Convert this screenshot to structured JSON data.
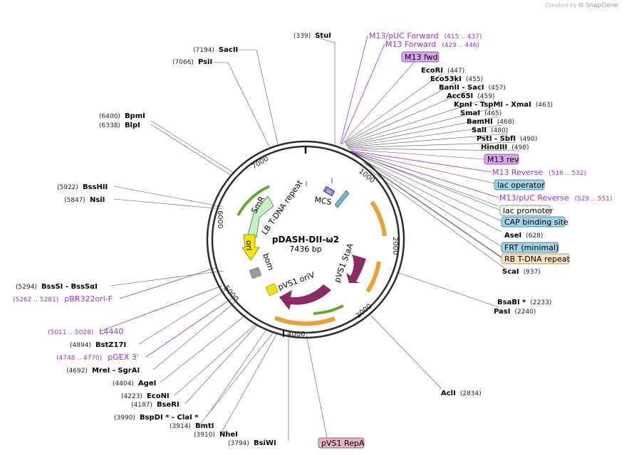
{
  "credit": {
    "prefix": "Created by",
    "brand": "SnapGene"
  },
  "plasmid": {
    "name": "pDASH-DII-ω2",
    "length": "7436 bp"
  },
  "ticks": [
    "1000",
    "2000",
    "3000",
    "4000",
    "5000",
    "6000",
    "7000"
  ],
  "enzymes_left": [
    {
      "name": "StuI",
      "pos": "(339)"
    },
    {
      "name": "SacII",
      "pos": "(7194)"
    },
    {
      "name": "PsiI",
      "pos": "(7066)"
    },
    {
      "name": "BpmI",
      "pos": "(6400)"
    },
    {
      "name": "BlpI",
      "pos": "(6338)"
    },
    {
      "name": "BssHII",
      "pos": "(5922)"
    },
    {
      "name": "NsiI",
      "pos": "(5847)"
    },
    {
      "name": "BssSI   - BssSαI",
      "pos": "(5294)"
    },
    {
      "name": "BstZ17I",
      "pos": "(4894)"
    },
    {
      "name": "MreI   - SgrAI",
      "pos": "(4692)"
    },
    {
      "name": "AgeI",
      "pos": "(4404)"
    },
    {
      "name": "EcoNI",
      "pos": "(4223)"
    },
    {
      "name": "BseRI",
      "pos": "(4187)"
    },
    {
      "name": "BspDI *  - ClaI *",
      "pos": "(3990)"
    },
    {
      "name": "BmtI",
      "pos": "(3914)"
    },
    {
      "name": "NheI",
      "pos": "(3910)"
    },
    {
      "name": "BsiWI",
      "pos": "(3794)"
    }
  ],
  "enzymes_right": [
    {
      "name": "EcoRI",
      "pos": "(447)"
    },
    {
      "name": "Eco53kI",
      "pos": "(455)"
    },
    {
      "name": "BanII   - SacI",
      "pos": "(457)"
    },
    {
      "name": "Acc65I",
      "pos": "(459)"
    },
    {
      "name": "KpnI   - TspMI   - XmaI",
      "pos": "(463)"
    },
    {
      "name": "SmaI",
      "pos": "(465)"
    },
    {
      "name": "BamHI",
      "pos": "(468)"
    },
    {
      "name": "SalI",
      "pos": "(480)"
    },
    {
      "name": "PstI   - SbfI",
      "pos": "(490)"
    },
    {
      "name": "HindIII",
      "pos": "(498)"
    },
    {
      "name": "AseI",
      "pos": "(628)"
    },
    {
      "name": "ScaI",
      "pos": "(937)"
    },
    {
      "name": "BsaBI *",
      "pos": "(2233)"
    },
    {
      "name": "PasI",
      "pos": "(2240)"
    },
    {
      "name": "AclI",
      "pos": "(2834)"
    }
  ],
  "primers": [
    {
      "name": "M13/pUC Forward",
      "pos": "(415 .. 437)"
    },
    {
      "name": "M13 Forward",
      "pos": "(429 .. 446)"
    },
    {
      "name": "M13 Reverse",
      "pos": "(516 .. 532)"
    },
    {
      "name": "M13/pUC Reverse",
      "pos": "(529 .. 551)"
    },
    {
      "name": "pBR322ori-F",
      "pos": "(5262 .. 5281)"
    },
    {
      "name": "L4440",
      "pos": "(5011 .. 5028)"
    },
    {
      "name": "pGEX 3'",
      "pos": "(4748 .. 4770)"
    }
  ],
  "feature_boxes": [
    {
      "name": "M13 fwd",
      "color": "#d9a5ee"
    },
    {
      "name": "M13 rev",
      "color": "#d9a5ee"
    },
    {
      "name": "lac operator",
      "color": "#9fd3e6"
    },
    {
      "name": "lac promoter",
      "color": "#ffffff"
    },
    {
      "name": "CAP binding site",
      "color": "#9fd3e6"
    },
    {
      "name": "FRT (minimal)",
      "color": "#9fd3e6"
    },
    {
      "name": "RB T-DNA repeat",
      "color": "#fde2c1"
    },
    {
      "name": "pVS1 RepA",
      "color": "#e6b4c4"
    }
  ],
  "inner_labels": {
    "lb": "LB T-DNA repeat",
    "smr": "SmR",
    "ori": "ori",
    "bom": "bom",
    "oriv": "pVS1 oriV",
    "staa": "pVS1 StaA",
    "mcs": "MCS",
    "lac": "lac"
  },
  "colors": {
    "primer": "#9b30d9",
    "staa": "#8e2a63",
    "smr": "#c8f0c8",
    "ori": "#f5e400",
    "orange": "#e8a135",
    "green": "#5fa832"
  }
}
